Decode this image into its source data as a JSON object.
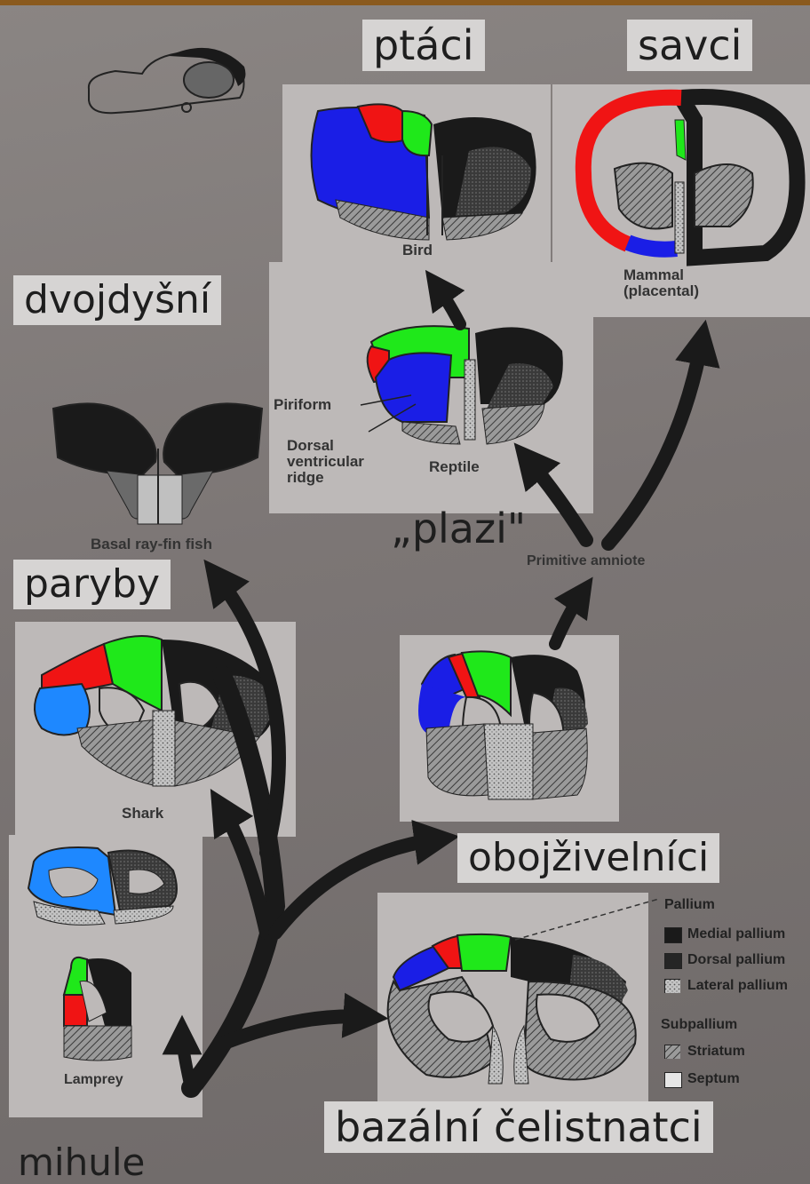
{
  "captions": {
    "ptaci": "ptáci",
    "savci": "savci",
    "dvojdysni": "dvojdyšní",
    "plazi": "„plazi\"",
    "paryby": "paryby",
    "obojzivelnici": "obojživelníci",
    "bazalni": "bazální čelistnatci",
    "mihule": "mihule"
  },
  "plate_labels": {
    "bird": "Bird",
    "mammal": "Mammal\n(placental)",
    "reptile": "Reptile",
    "piriform": "Piriform",
    "dvr": "Dorsal\nventricular\nridge",
    "fish": "Basal ray-fin fish",
    "primitive_amniote": "Primitive amniote",
    "shark": "Shark",
    "lamprey": "Lamprey"
  },
  "legend": {
    "pallium_title": "Pallium",
    "medial": "Medial pallium",
    "dorsal": "Dorsal pallium",
    "lateral": "Lateral pallium",
    "subpallium_title": "Subpallium",
    "striatum": "Striatum",
    "septum": "Septum"
  },
  "colors": {
    "medial": "#1fe81a",
    "dorsal": "#f01414",
    "lateral": "#1a1ee6",
    "shark_lateral": "#1e88ff",
    "black": "#1a1a1a",
    "hatch": "#707070",
    "stipple": "#b5b5b5"
  }
}
